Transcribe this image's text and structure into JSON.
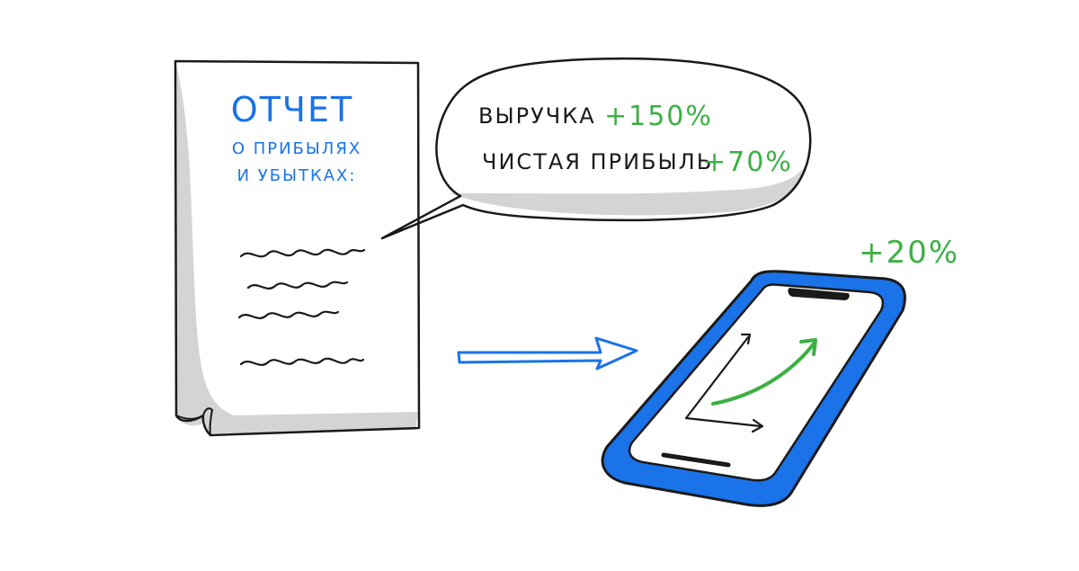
{
  "document": {
    "title": "ОТЧЕТ",
    "subtitle_line1": "О ПРИБЫЛЯХ",
    "subtitle_line2": "И УБЫТКАХ:"
  },
  "speech_bubble": {
    "revenue_label": "ВЫРУЧКА",
    "revenue_value": "+150%",
    "profit_label": "ЧИСТАЯ ПРИБЫЛЬ",
    "profit_value": "+70%"
  },
  "phone": {
    "growth_value": "+20%"
  },
  "colors": {
    "blue": "#1a73e8",
    "green": "#3cb043",
    "ink": "#1a1a1a",
    "shadow_gray": "#d3d3d3"
  }
}
